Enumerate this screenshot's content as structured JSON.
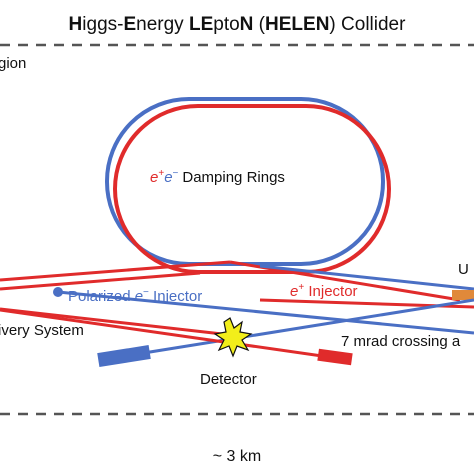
{
  "title": {
    "parts": [
      {
        "text": "H",
        "bold": true
      },
      {
        "text": "iggs-",
        "bold": false
      },
      {
        "text": "E",
        "bold": true
      },
      {
        "text": "nergy ",
        "bold": false
      },
      {
        "text": "LE",
        "bold": true
      },
      {
        "text": "pto",
        "bold": false
      },
      {
        "text": "N",
        "bold": true
      },
      {
        "text": " (",
        "bold": false
      },
      {
        "text": "HELEN",
        "bold": true
      },
      {
        "text": ") Collider",
        "bold": false
      }
    ]
  },
  "labels": {
    "region_fragment": "gion",
    "damping_rings_prefix_1": "e",
    "damping_rings_sup_1": "+",
    "damping_rings_prefix_2": "e",
    "damping_rings_sup_2": "−",
    "damping_rings": "Damping Rings",
    "polarized_injector_1": "Polarized ",
    "polarized_injector_e": "e",
    "polarized_injector_sup": "−",
    "polarized_injector_2": " Injector",
    "positron_injector_e": "e",
    "positron_injector_sup": "+",
    "positron_injector": " Injector",
    "delivery_system": "ivery System",
    "crossing_angle": "7 mrad crossing a",
    "detector": "Detector",
    "undulator_fragment": "U",
    "length": "~ 3 km"
  },
  "colors": {
    "electron_beam": "#4a6fc4",
    "positron_beam": "#e02b2b",
    "undulator": "#e0893a",
    "burst": "#f2ee1a",
    "dashed_line": "#555555"
  }
}
